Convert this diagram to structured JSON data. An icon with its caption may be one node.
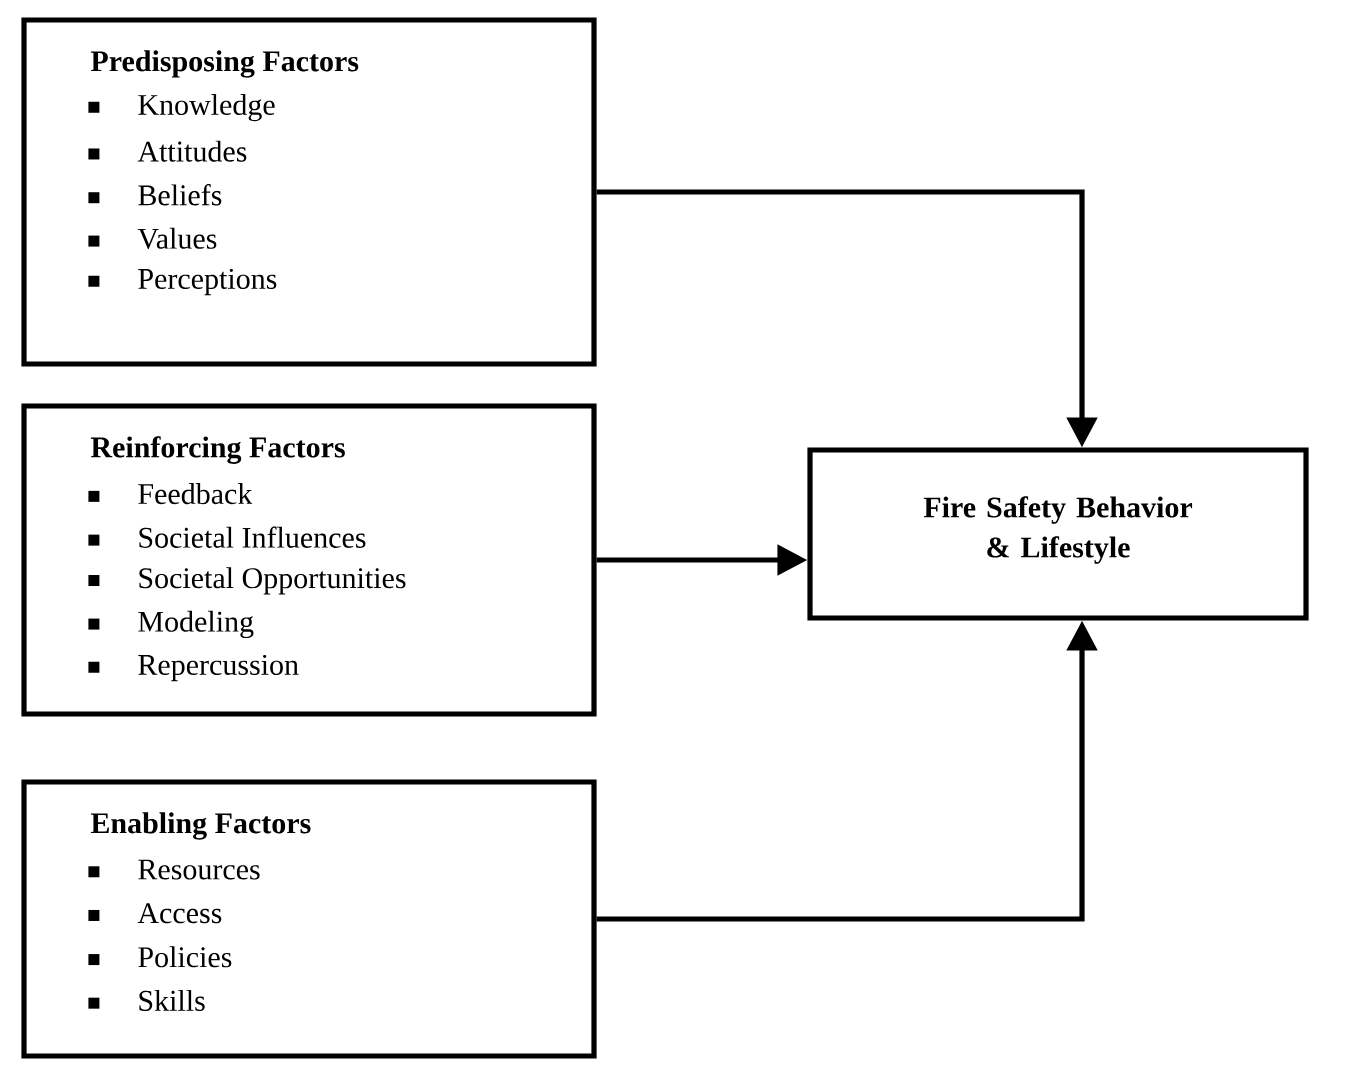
{
  "diagram": {
    "nodes": [
      {
        "text": [
          "Predisposing Factors",
          "Knowledge",
          "Attitudes",
          "Beliefs",
          "Values",
          "Perceptions"
        ]
      },
      {
        "text": [
          "Reinforcing Factors",
          "Feedback",
          "Societal Influences",
          "Societal Opportunities",
          "Modeling",
          "Repercussion"
        ]
      },
      {
        "text": [
          "Enabling Factors",
          "Resources",
          "Access",
          "Policies",
          "Skills"
        ]
      },
      {
        "text": [
          "Fire Safety Behavior & Lifestyle"
        ]
      }
    ],
    "edges": [
      {
        "from": 0,
        "to": 3,
        "arrow": "to"
      },
      {
        "from": 1,
        "to": 3,
        "arrow": "to"
      },
      {
        "from": 2,
        "to": 3,
        "arrow": "to"
      }
    ]
  }
}
